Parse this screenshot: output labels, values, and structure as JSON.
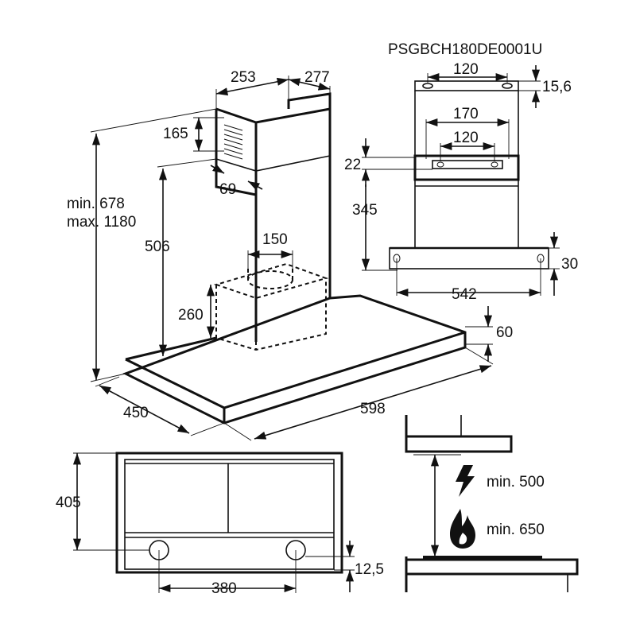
{
  "model_code": "PSGBCH180DE0001U",
  "main_view": {
    "dim_253": "253",
    "dim_277": "277",
    "dim_165": "165",
    "dim_69": "69",
    "dim_min_height": "min. 678",
    "dim_max_height": "max. 1180",
    "dim_506": "506",
    "dim_150": "150",
    "dim_260": "260",
    "dim_60": "60",
    "dim_450": "450",
    "dim_598": "598"
  },
  "bracket_view": {
    "dim_120_top": "120",
    "dim_15_6": "15,6",
    "dim_170": "170",
    "dim_120_mid": "120",
    "dim_22": "22",
    "dim_345": "345",
    "dim_30": "30",
    "dim_542": "542"
  },
  "bottom_view": {
    "dim_405": "405",
    "dim_380": "380",
    "dim_12_5": "12,5"
  },
  "clearance_view": {
    "electric_label": "min. 500",
    "gas_label": "min. 650",
    "electric_icon": "lightning-icon",
    "gas_icon": "flame-icon"
  }
}
